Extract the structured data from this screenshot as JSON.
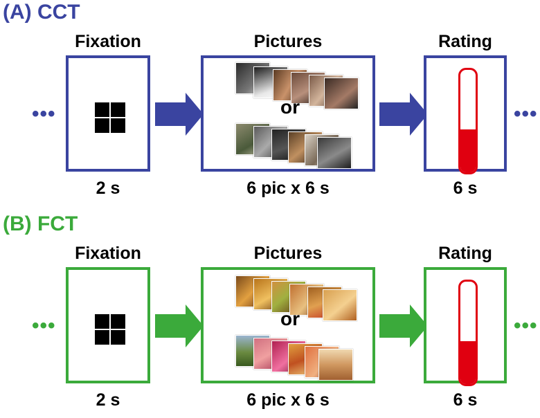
{
  "panels": [
    {
      "id": "cct",
      "title": "(A) CCT",
      "color": "#3A44A0",
      "stages": [
        {
          "name": "Fixation",
          "duration": "2 s"
        },
        {
          "name": "Pictures",
          "duration": "6 pic x 6 s",
          "divider": "or"
        },
        {
          "name": "Rating",
          "duration": "6 s",
          "rating_level": 0.42
        }
      ],
      "leading_dots": "•••",
      "trailing_dots": "•••"
    },
    {
      "id": "fct",
      "title": "(B) FCT",
      "color": "#3BAA3B",
      "stages": [
        {
          "name": "Fixation",
          "duration": "2 s"
        },
        {
          "name": "Pictures",
          "duration": "6 pic x 6 s",
          "divider": "or"
        },
        {
          "name": "Rating",
          "duration": "6 s",
          "rating_level": 0.42
        }
      ],
      "leading_dots": "•••",
      "trailing_dots": "•••"
    }
  ],
  "icons": [
    "fixation-cross-icon",
    "right-arrow-icon",
    "thermometer-rating-icon"
  ]
}
